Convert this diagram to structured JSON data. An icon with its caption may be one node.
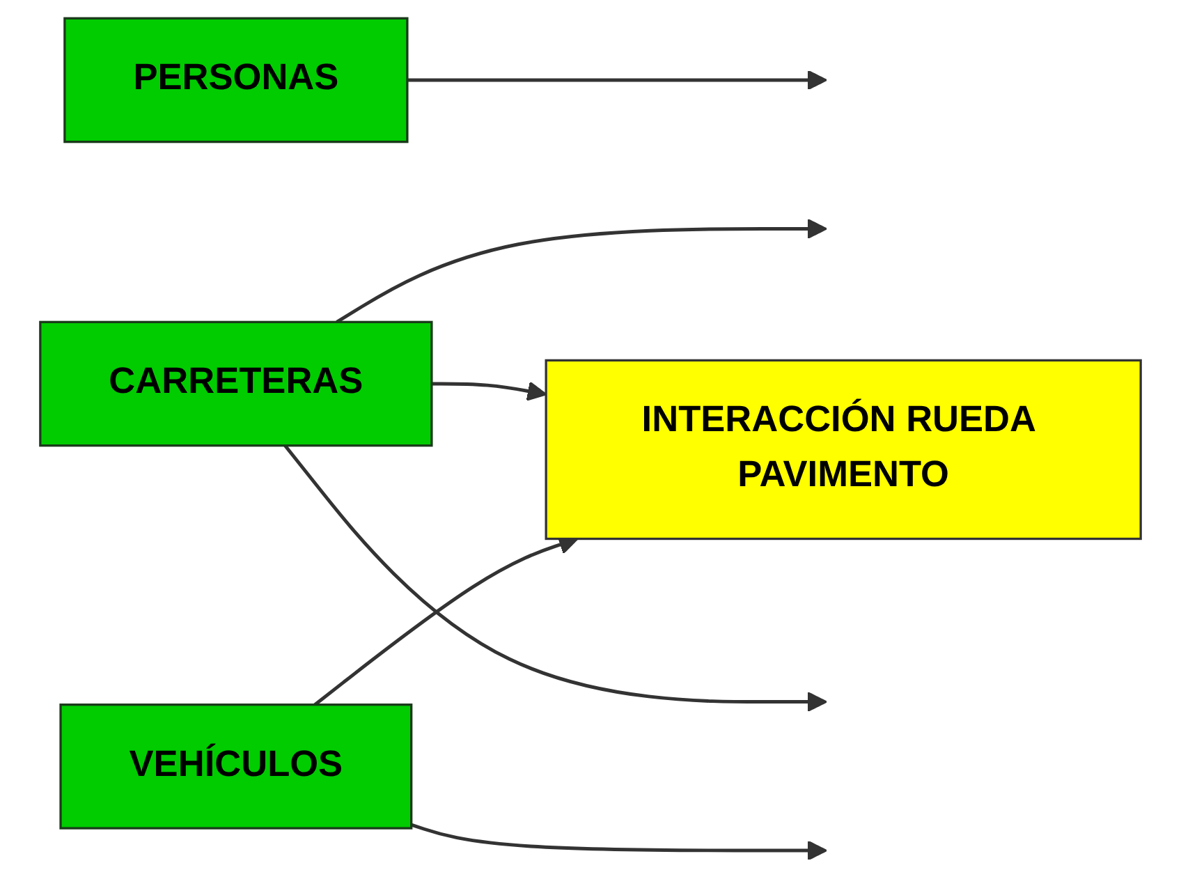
{
  "diagram": {
    "nodes": [
      {
        "text": [
          "PERSONAS"
        ]
      },
      {
        "text": [
          "CARRETERAS"
        ]
      },
      {
        "text": [
          "INTERACCIÓN RUEDA PAVIMENTO"
        ]
      },
      {
        "text": [
          "VEHÍCULOS"
        ]
      }
    ],
    "edges": [
      {
        "from": 1,
        "to": null,
        "arrow": "to"
      },
      {
        "from": 3,
        "to": null,
        "arrow": "to"
      },
      {
        "from": 0,
        "to": null,
        "arrow": "to"
      },
      {
        "from": 1,
        "to": 2,
        "arrow": "to"
      },
      {
        "from": 3,
        "to": 2,
        "arrow": "to"
      },
      {
        "from": 1,
        "to": null,
        "arrow": "to"
      }
    ]
  }
}
